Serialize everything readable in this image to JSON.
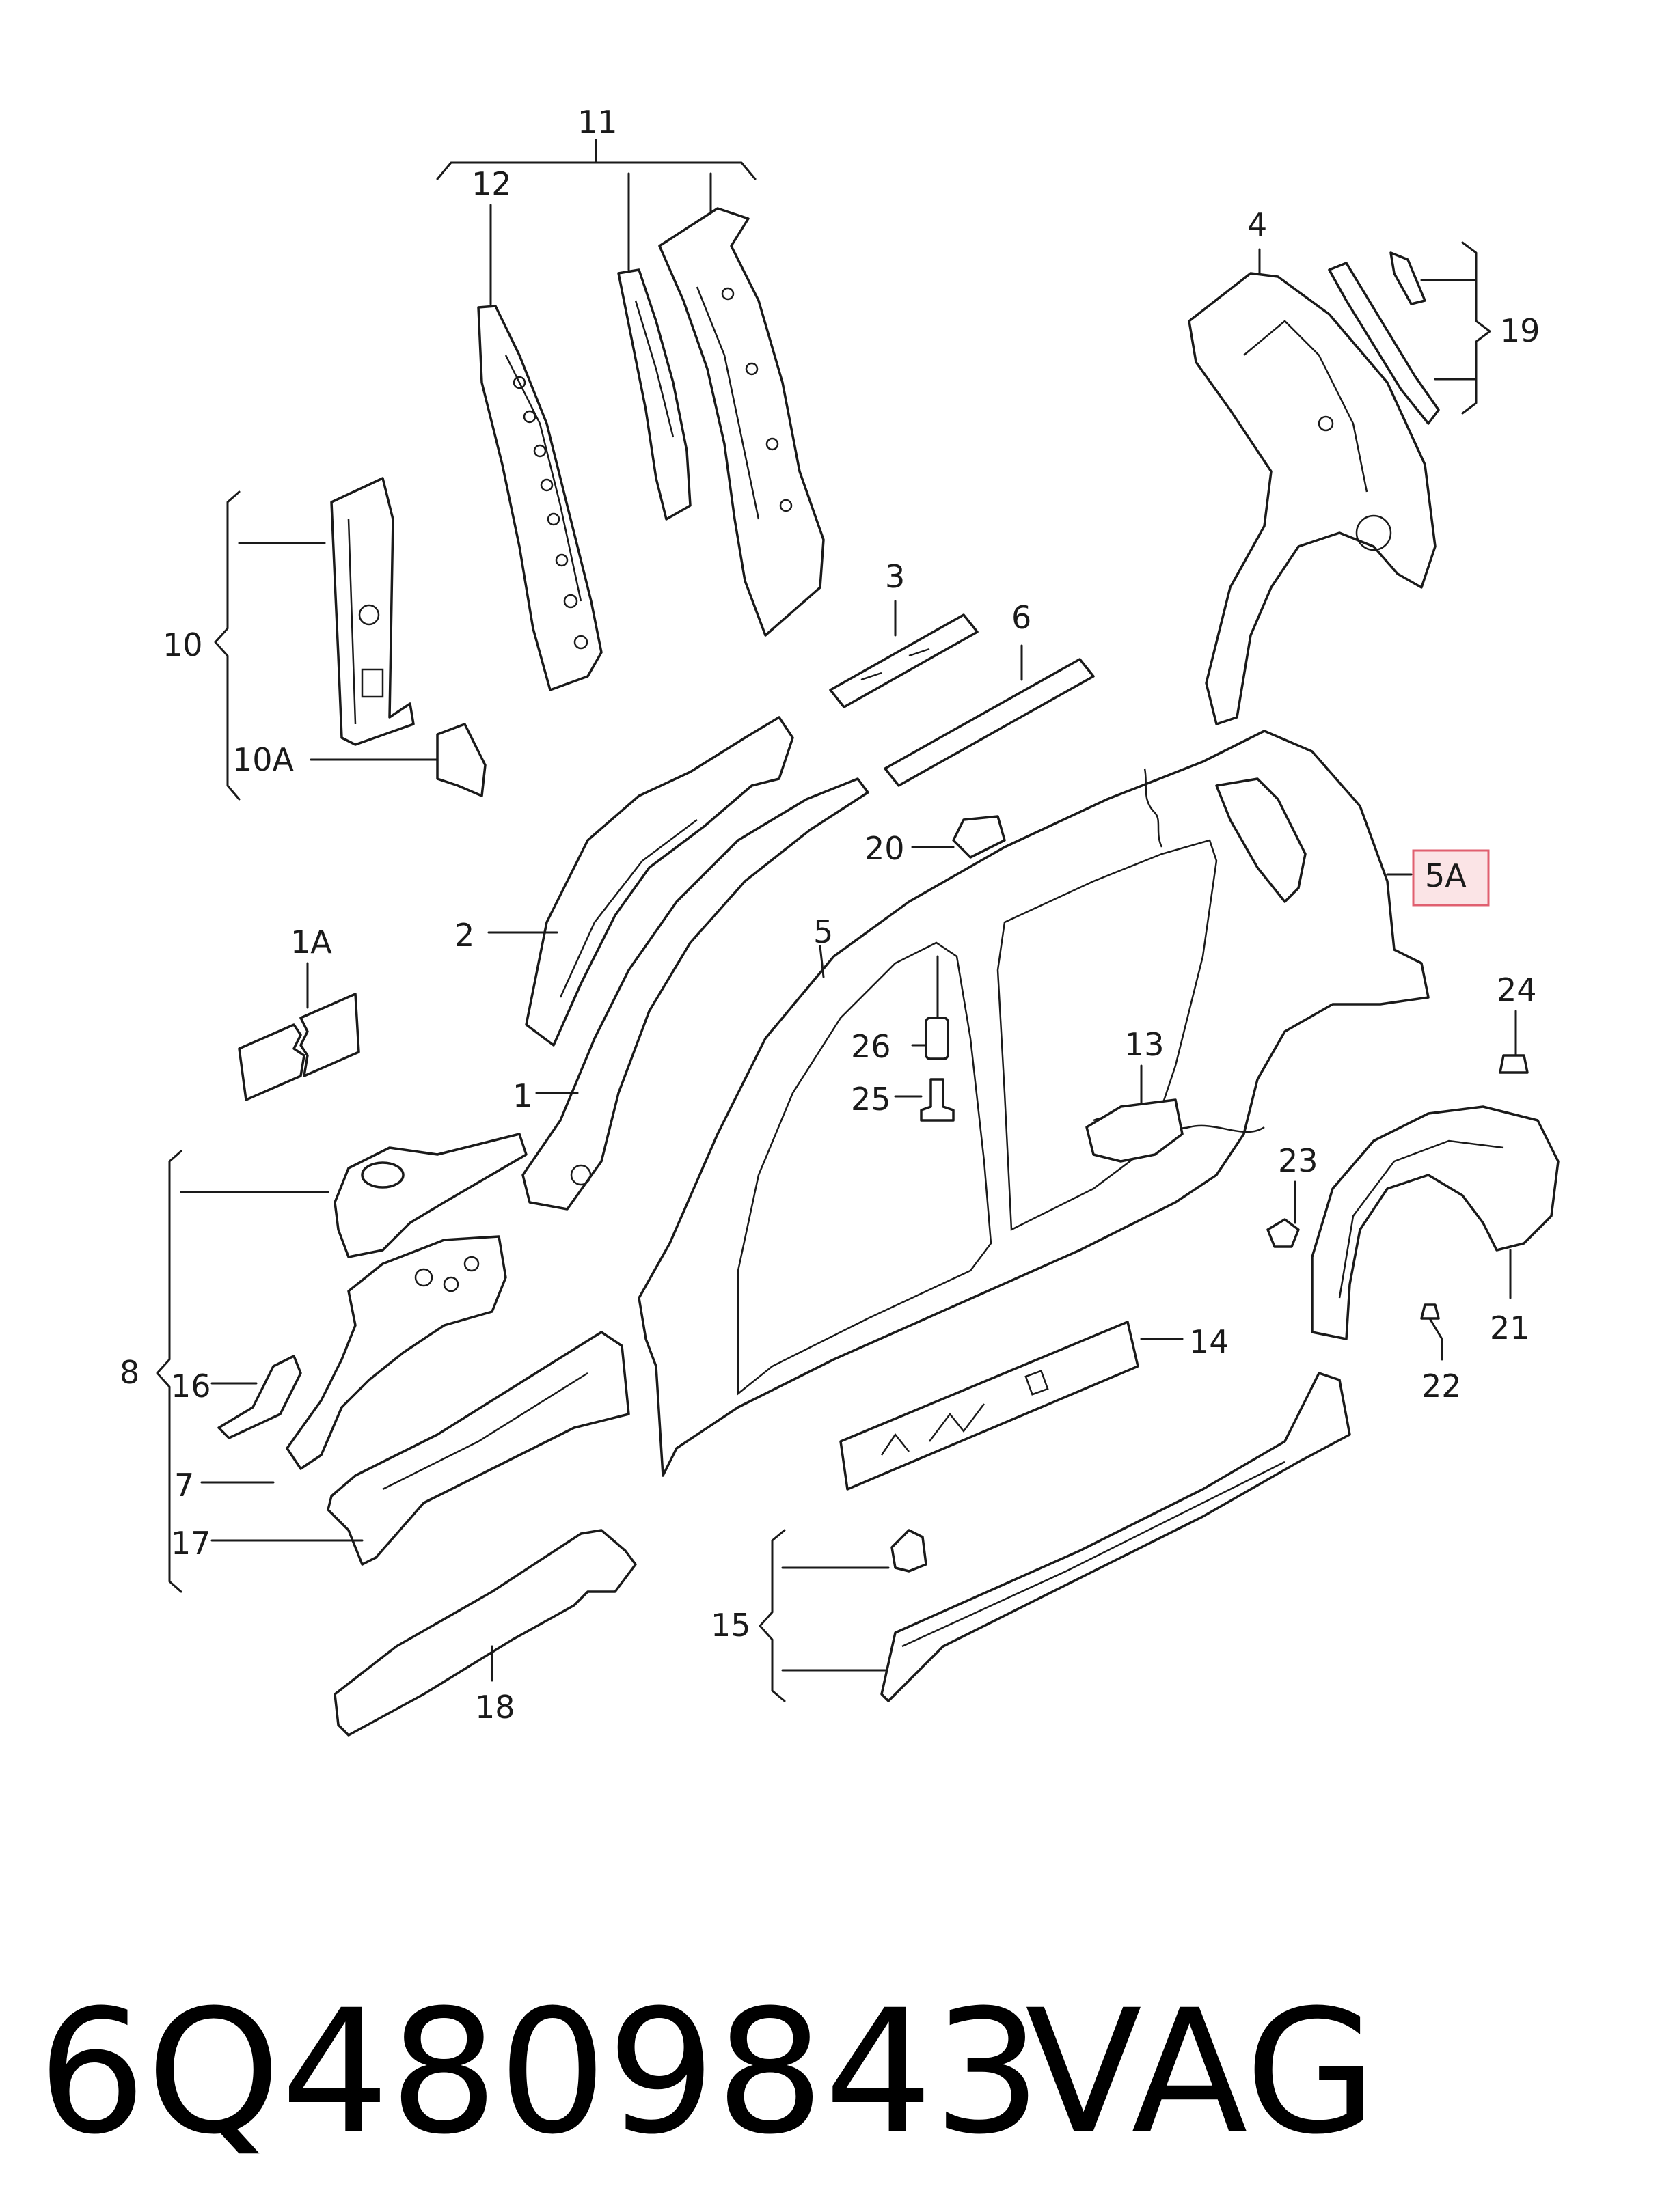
{
  "callouts": {
    "c1": "1",
    "c1a": "1A",
    "c2": "2",
    "c3": "3",
    "c4": "4",
    "c5": "5",
    "c5a": "5A",
    "c6": "6",
    "c7": "7",
    "c8": "8",
    "c10": "10",
    "c10a": "10A",
    "c11": "11",
    "c12": "12",
    "c13": "13",
    "c14": "14",
    "c15": "15",
    "c16": "16",
    "c17": "17",
    "c18": "18",
    "c19": "19",
    "c20": "20",
    "c21": "21",
    "c22": "22",
    "c23": "23",
    "c24": "24",
    "c25": "25",
    "c26": "26"
  },
  "highlight_color": "#fbe4e6",
  "footer": {
    "part_number": "6Q4809843",
    "brand": "VAG"
  }
}
